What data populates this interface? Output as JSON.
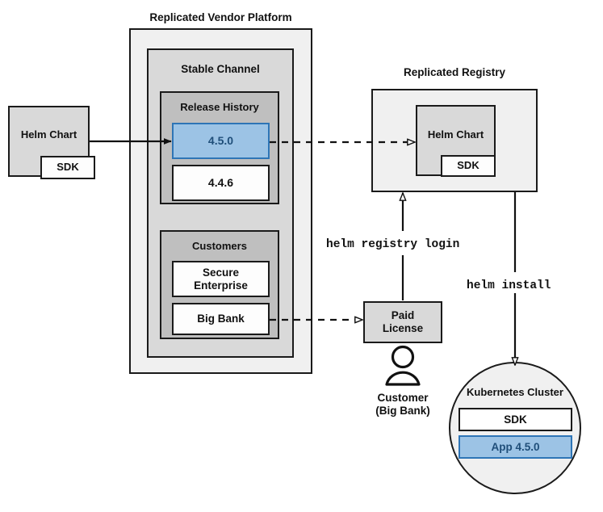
{
  "diagram": {
    "title": "Replicated Vendor Platform Helm distribution flow",
    "colors": {
      "highlight_fill": "#9cc3e5",
      "highlight_border": "#2e75b6",
      "highlight_text": "#1f4e79",
      "outer_fill": "#f0f0f0",
      "channel_fill": "#d9d9d9",
      "group_fill": "#bfbfbf",
      "chart_fill": "#d9d9d9",
      "white_fill": "#fdfdfd",
      "stroke": "#1a1a1a"
    }
  },
  "source_chart": {
    "name": "Helm Chart",
    "sdk": "SDK"
  },
  "vendor_platform": {
    "title": "Replicated Vendor Platform",
    "channel": {
      "title": "Stable Channel",
      "release_history": {
        "title": "Release History",
        "releases": [
          {
            "version": "4.5.0",
            "highlighted": true
          },
          {
            "version": "4.4.6",
            "highlighted": false
          }
        ]
      },
      "customers": {
        "title": "Customers",
        "items": [
          {
            "name": "Secure\nEnterprise"
          },
          {
            "name": "Big Bank"
          }
        ]
      }
    }
  },
  "registry": {
    "title": "Replicated Registry",
    "chart": {
      "name": "Helm Chart",
      "sdk": "SDK"
    }
  },
  "license": {
    "label": "Paid\nLicense"
  },
  "customer_actor": {
    "icon": "person-icon",
    "label": "Customer\n(Big Bank)"
  },
  "commands": {
    "login": "helm registry login",
    "install": "helm install"
  },
  "cluster": {
    "title": "Kubernetes Cluster",
    "components": [
      {
        "name": "SDK",
        "highlighted": false
      },
      {
        "name": "App 4.5.0",
        "highlighted": true
      }
    ]
  }
}
